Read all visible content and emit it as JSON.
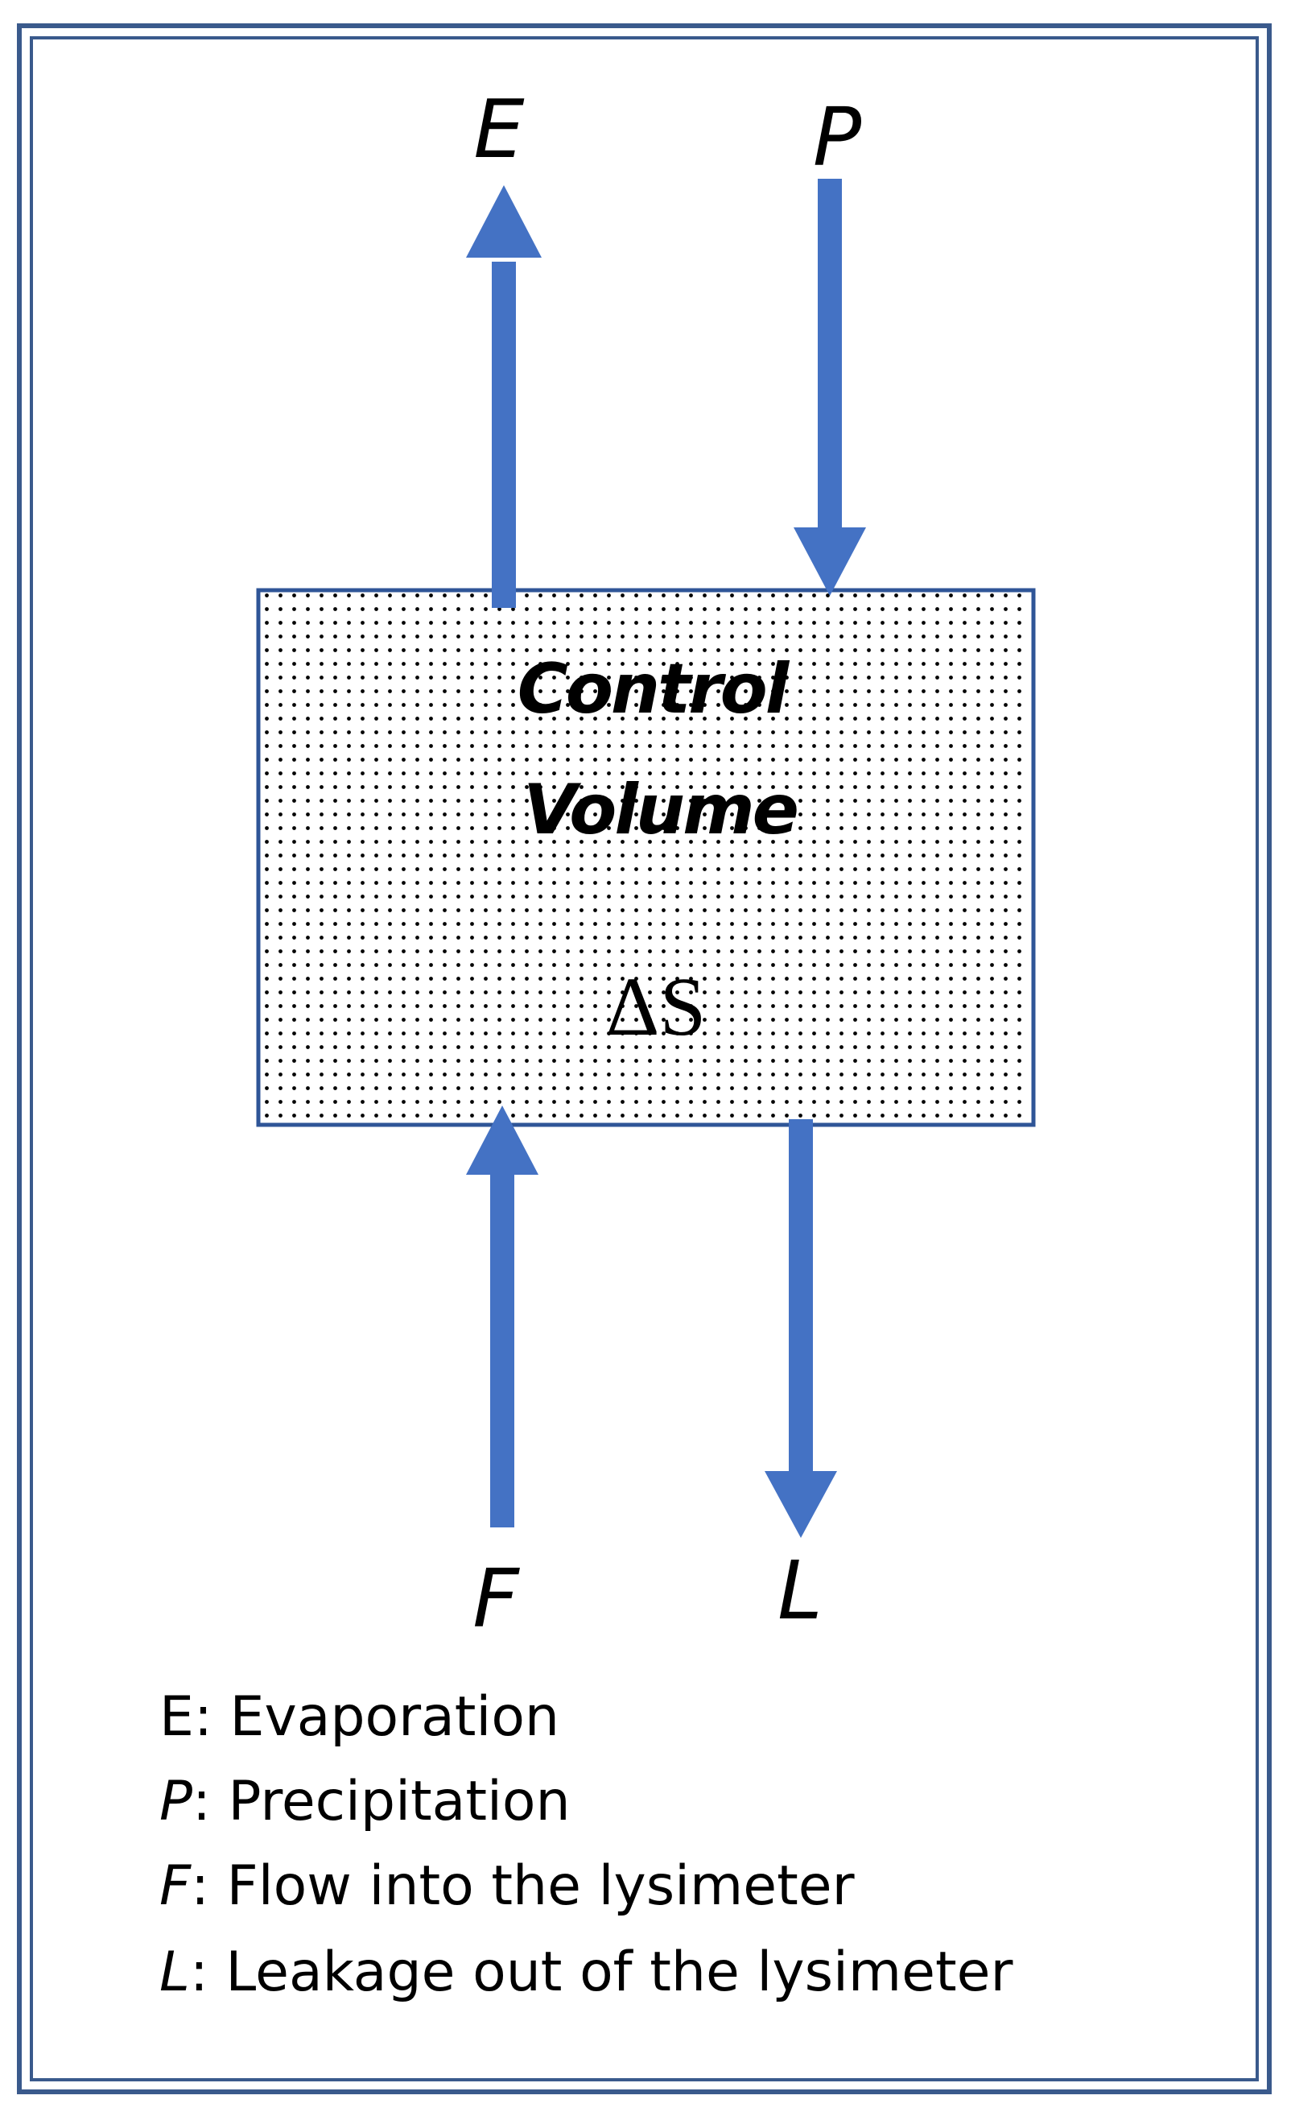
{
  "colors": {
    "arrow": "#4472c4",
    "frame": "#3a5a8c",
    "box_border": "#2f5597",
    "dots": "#000000"
  },
  "flows": {
    "evaporation": {
      "symbol": "E",
      "direction": "up"
    },
    "precipitation": {
      "symbol": "P",
      "direction": "down"
    },
    "inflow": {
      "symbol": "F",
      "direction": "up"
    },
    "leakage": {
      "symbol": "L",
      "direction": "down"
    }
  },
  "control_volume": {
    "title_line1": "Control",
    "title_line2": "Volume",
    "storage": "ΔS"
  },
  "legend": [
    {
      "symbol": "E",
      "italic": false,
      "separator": ": ",
      "text": "Evaporation"
    },
    {
      "symbol": "P",
      "italic": true,
      "separator": ": ",
      "text": "Precipitation"
    },
    {
      "symbol": "F",
      "italic": true,
      "separator": ": ",
      "text": "Flow into the lysimeter"
    },
    {
      "symbol": "L",
      "italic": true,
      "separator": ": ",
      "text": "Leakage out of the lysimeter"
    }
  ]
}
